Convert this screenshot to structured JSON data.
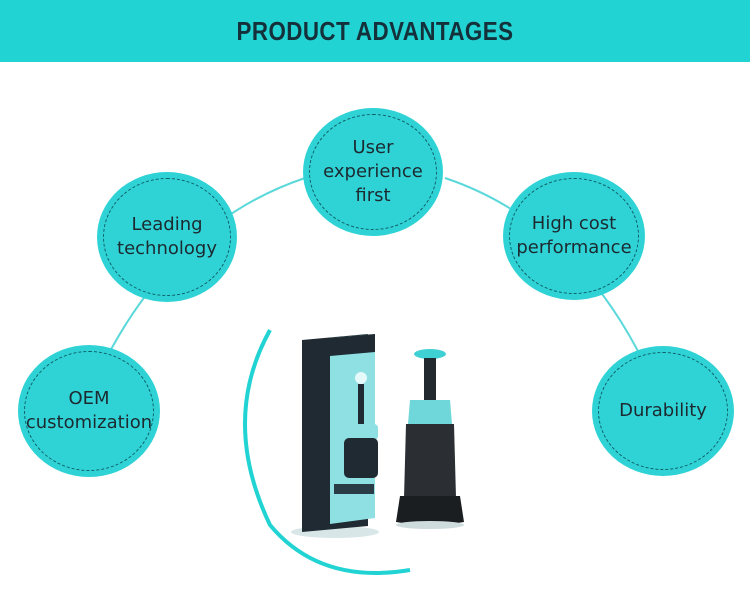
{
  "header": {
    "title": "PRODUCT ADVANTAGES"
  },
  "advantages": {
    "user_experience": "User experience first",
    "leading_technology": "Leading technology",
    "high_cost_performance": "High cost performance",
    "oem_customization": "OEM customization",
    "durability": "Durability"
  },
  "colors": {
    "header_bg": "#22d3d3",
    "badge_bg": "#2fd3d6",
    "badge_border": "#0f5f66",
    "arc": "#5ad8da",
    "title_text": "#14303a"
  },
  "icons": {
    "product_image": "plunger-product-with-box"
  }
}
